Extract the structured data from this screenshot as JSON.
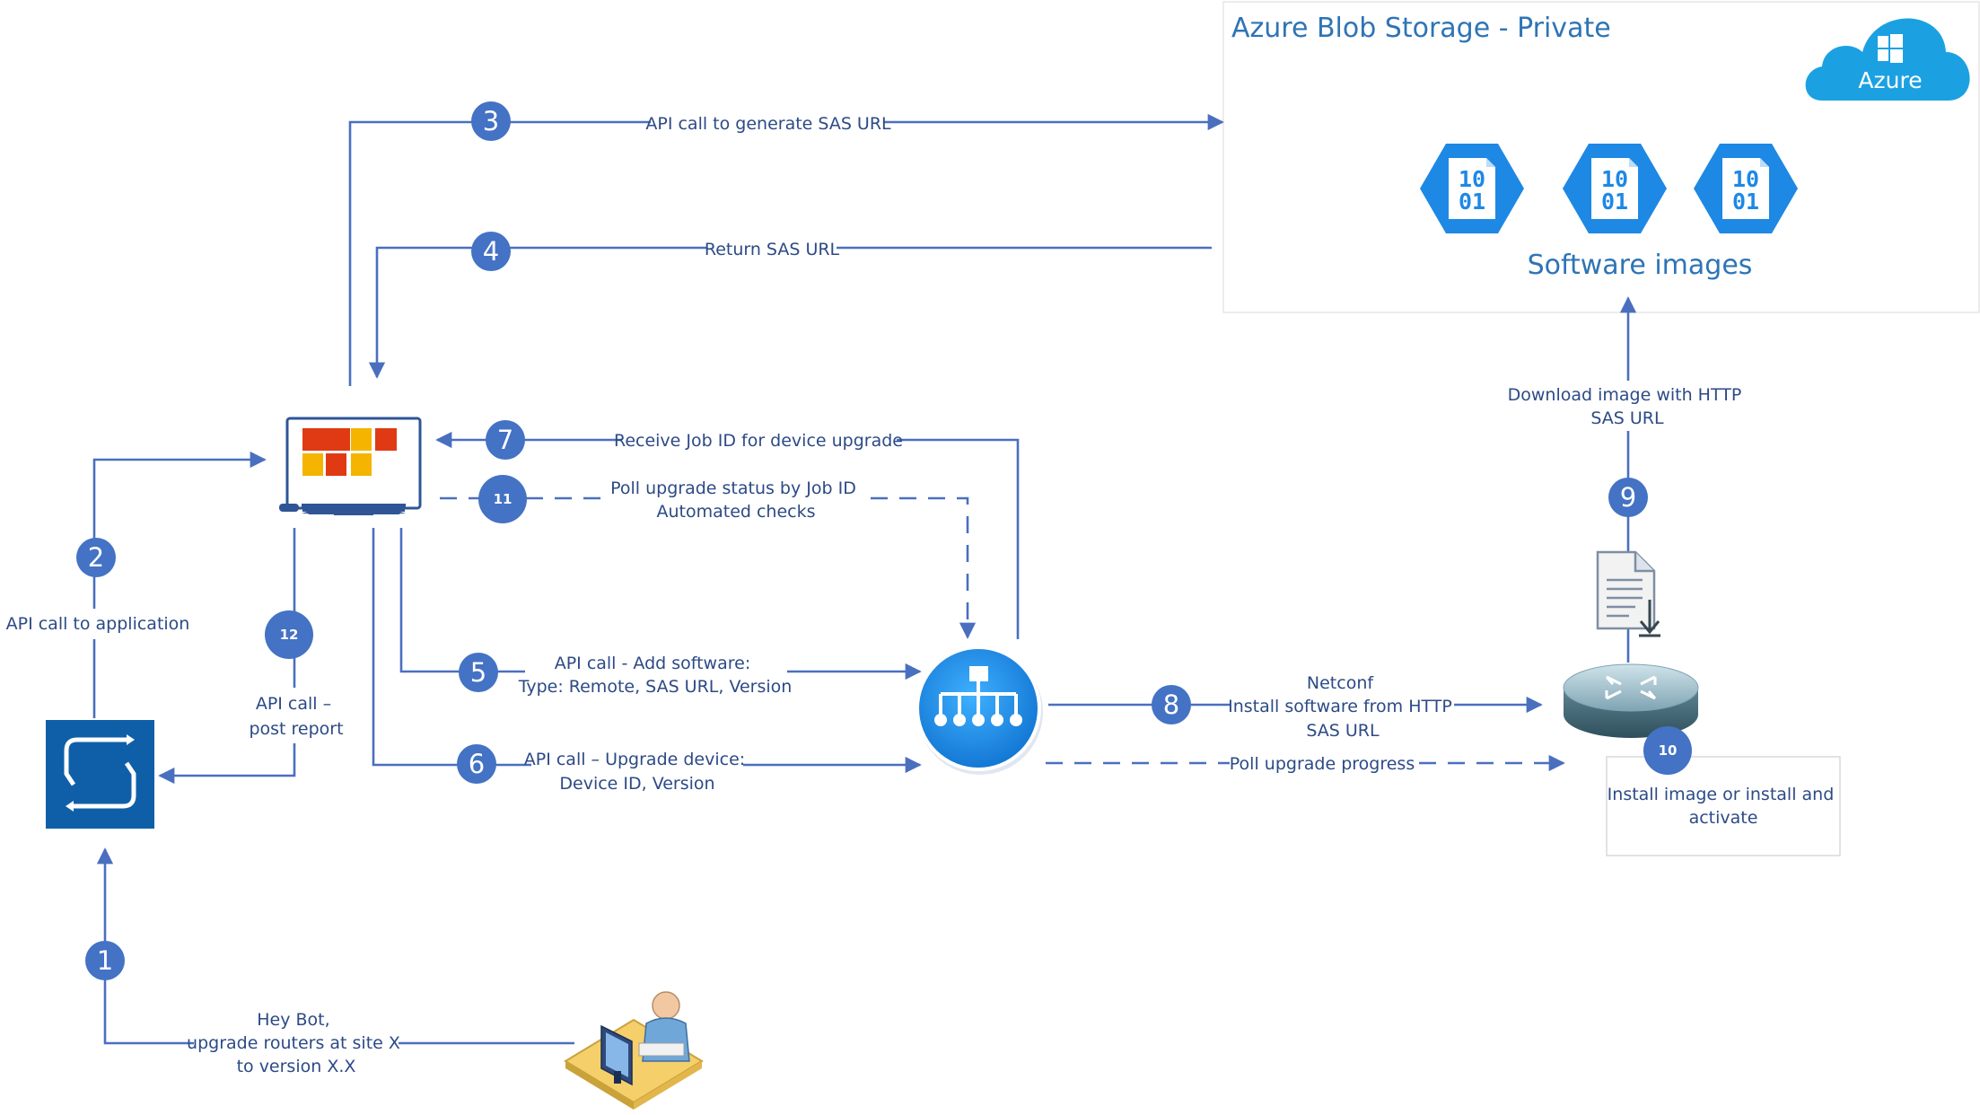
{
  "azure_box": {
    "title": "Azure Blob Storage - Private",
    "cloud_label": "Azure"
  },
  "software_images": {
    "label": "Software images",
    "binary_text": [
      "10",
      "01"
    ]
  },
  "steps": [
    {
      "number": "1",
      "label_lines": [
        "Hey Bot,",
        "upgrade routers at site X",
        "to version X.X"
      ]
    },
    {
      "number": "2",
      "label_lines": [
        "API call to application"
      ]
    },
    {
      "number": "3",
      "label_lines": [
        "API call to generate SAS URL"
      ]
    },
    {
      "number": "4",
      "label_lines": [
        "Return SAS URL"
      ]
    },
    {
      "number": "5",
      "label_lines": [
        "API call - Add software:",
        "Type: Remote, SAS URL, Version"
      ]
    },
    {
      "number": "6",
      "label_lines": [
        "API call – Upgrade device:",
        "Device ID, Version"
      ]
    },
    {
      "number": "7",
      "label_lines": [
        "Receive Job ID for device upgrade"
      ]
    },
    {
      "number": "8",
      "label_lines": [
        "Netconf",
        "Install software from HTTP",
        "SAS URL"
      ]
    },
    {
      "number": "9",
      "label_lines": [
        "Download image with HTTP",
        "SAS URL"
      ]
    },
    {
      "number": "10",
      "label_lines": [
        "Install image or install and",
        "activate"
      ]
    },
    {
      "number": "11",
      "label_lines": [
        "Poll upgrade status by Job ID",
        "Automated checks"
      ]
    },
    {
      "number": "12",
      "label_lines": [
        "API call –",
        "post report"
      ]
    }
  ],
  "poll_progress_label": "Poll upgrade progress",
  "colors": {
    "step_circle": "#4472c4",
    "flow_line": "#4a6fbf",
    "label_text": "#2c4a86",
    "azure_text": "#2e74b5",
    "azure_cloud": "#1ba1e2",
    "binary_hex": "#1e88e5",
    "bot_tile": "#0f5fa8",
    "controller": "#1e90e0"
  },
  "icons": [
    "azure-cloud-icon",
    "binary-file-icon",
    "monitor-app-icon",
    "bot-service-icon",
    "sdn-controller-icon",
    "router-icon",
    "download-file-icon",
    "user-workstation-icon"
  ]
}
